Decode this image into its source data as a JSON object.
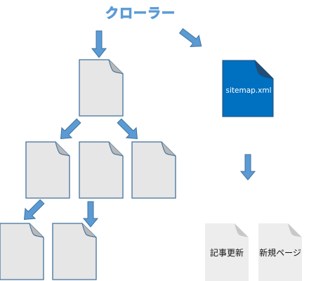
{
  "crawler": {
    "label": "クローラー"
  },
  "sitemap": {
    "filename": "sitemap.xml"
  },
  "documents": [
    {
      "label": "記事更新"
    },
    {
      "label": "新規ページ"
    }
  ],
  "colors": {
    "arrow": "#5b9bd5",
    "arrow_stroke": "#41719c",
    "page_fill": "#e6e6e6",
    "page_stroke": "#41719c",
    "sitemap_fill": "#0070c0",
    "sitemap_fold": "#1f4e79",
    "doc_fill": "#ededed",
    "doc_fold": "#bfbfbf"
  }
}
